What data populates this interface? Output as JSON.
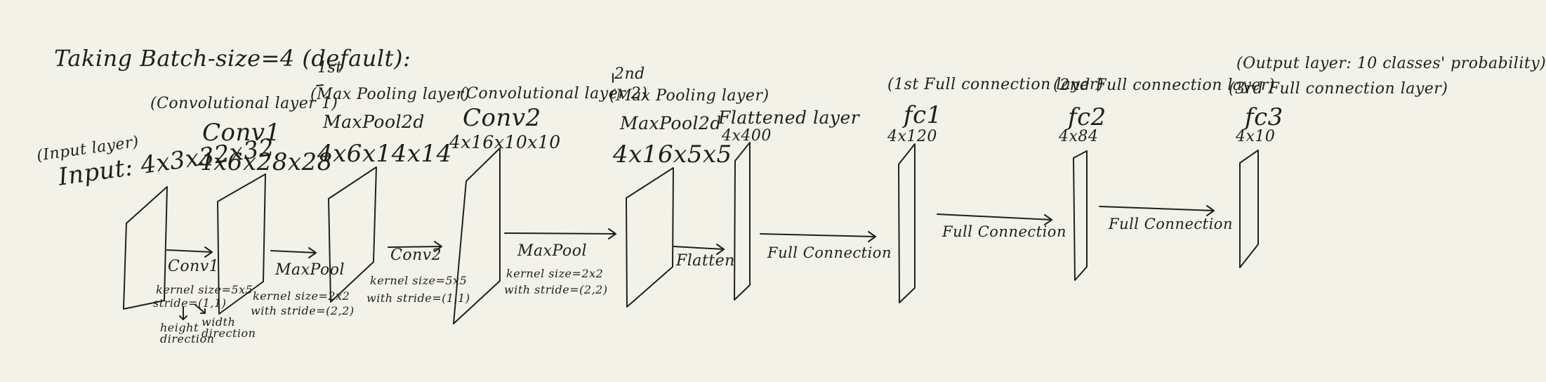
{
  "title": "Taking Batch-size=4 (default):",
  "layers": {
    "input": {
      "role": "(Input layer)",
      "shape": "Input: 4x3x32x32"
    },
    "conv1": {
      "role": "(Convolutional layer 1)",
      "name": "Conv1",
      "shape": "4x6x28x28"
    },
    "pool1": {
      "order": "1st",
      "role": "(Max Pooling layer)",
      "name": "MaxPool2d",
      "shape": "4x6x14x14"
    },
    "conv2": {
      "role": "(Convolutional layer 2)",
      "name": "Conv2",
      "shape": "4x16x10x10"
    },
    "pool2": {
      "order": "2nd",
      "role": "(Max Pooling layer)",
      "name": "MaxPool2d",
      "shape": "4x16x5x5"
    },
    "flatten": {
      "role": "Flattened layer",
      "shape": "4x400"
    },
    "fc1": {
      "role": "(1st Full connection layer)",
      "name": "fc1",
      "shape": "4x120"
    },
    "fc2": {
      "role": "(2nd Full connection layer)",
      "name": "fc2",
      "shape": "4x84"
    },
    "fc3": {
      "role_line1": "(Output layer: 10 classes' probability)",
      "role_line2": "(3rd Full connection layer)",
      "name": "fc3",
      "shape": "4x10"
    }
  },
  "operations": {
    "conv1": {
      "label": "Conv1",
      "kernel": "kernel size=5x5",
      "stride": "stride=(1,1)",
      "height_dir": "height direction",
      "width_dir": "width direction"
    },
    "pool1": {
      "label": "MaxPool",
      "kernel": "kernel size=2x2",
      "stride": "with stride=(2,2)"
    },
    "conv2": {
      "label": "Conv2",
      "kernel": "kernel size=5x5",
      "stride": "with stride=(1,1)"
    },
    "pool2": {
      "label": "MaxPool",
      "kernel": "kernel size=2x2",
      "stride": "with stride=(2,2)"
    },
    "flatten": {
      "label": "Flatten"
    },
    "fc1": {
      "label": "Full Connection"
    },
    "fc2": {
      "label": "Full Connection"
    },
    "fc3": {
      "label": "Full Connection"
    }
  }
}
